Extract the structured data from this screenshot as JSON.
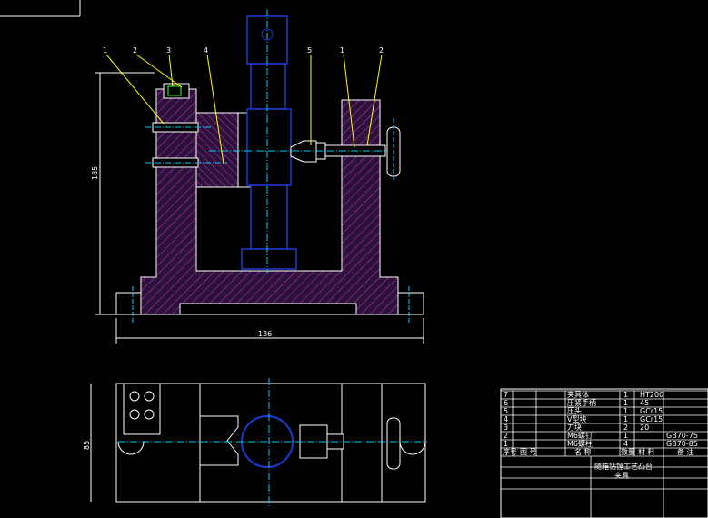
{
  "drawing": {
    "part_labels": [
      "1",
      "2",
      "3",
      "4",
      "5",
      "1",
      "2"
    ],
    "dim_height": "185",
    "dim_width": "136",
    "dim_height_top_view": "85"
  },
  "bom": {
    "rows": [
      {
        "no": "7",
        "name": "夹具体",
        "qty": "1",
        "material": "HT200",
        "remark": ""
      },
      {
        "no": "6",
        "name": "压紧手柄",
        "qty": "1",
        "material": "45",
        "remark": ""
      },
      {
        "no": "5",
        "name": "压头",
        "qty": "1",
        "material": "GCr15",
        "remark": ""
      },
      {
        "no": "4",
        "name": "V型块",
        "qty": "1",
        "material": "GCr15",
        "remark": ""
      },
      {
        "no": "3",
        "name": "刀块",
        "qty": "2",
        "material": "20",
        "remark": ""
      },
      {
        "no": "2",
        "name": "M6螺钉",
        "qty": "1",
        "material": "",
        "remark": "GB70-75"
      },
      {
        "no": "1",
        "name": "M6螺柱",
        "qty": "4",
        "material": "",
        "remark": "GB70-85"
      }
    ],
    "header": {
      "no": "序号",
      "code": "图 号",
      "name": "名 称",
      "qty": "数量",
      "material": "材 料",
      "remark": "备 注"
    },
    "title": "随箱钻镗工艺凸台",
    "subtitle": "夹具"
  },
  "colors": {
    "background": "#000000",
    "outline": "#ffffff",
    "body_fill": "#3a1a4a",
    "hatch": "#cc33cc",
    "shaft": "#1a3bd6",
    "center": "#00ccff",
    "leader": "#ffff00",
    "screw": "#ffffff",
    "green": "#33ff33"
  }
}
